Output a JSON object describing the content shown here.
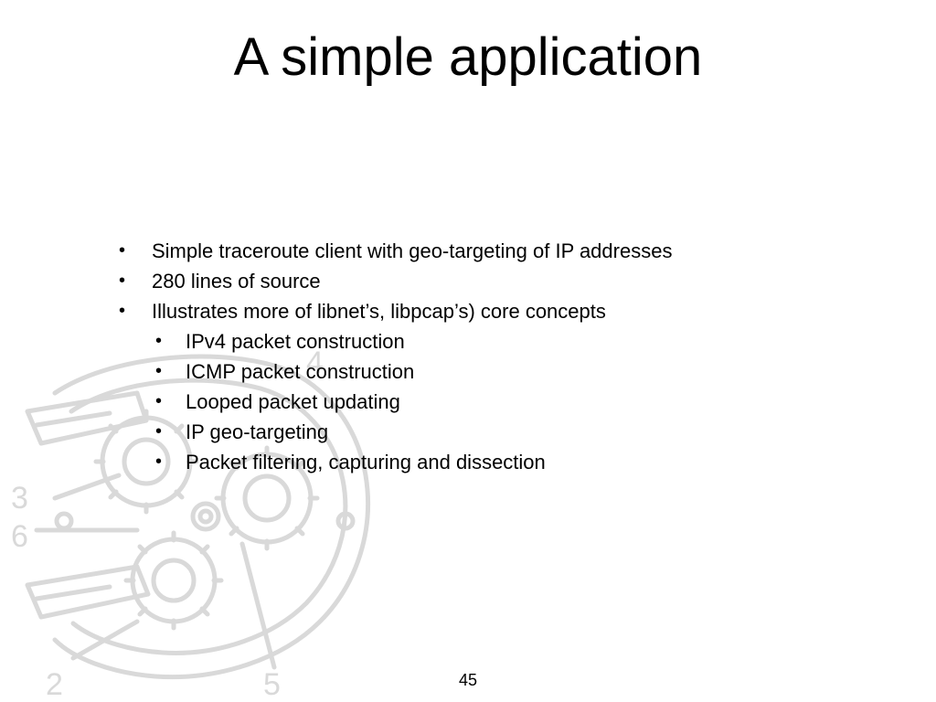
{
  "slide": {
    "title": "A simple application",
    "bullets": [
      {
        "level": 1,
        "text": "Simple traceroute client with geo-targeting of IP addresses"
      },
      {
        "level": 1,
        "text": "280 lines of source"
      },
      {
        "level": 1,
        "text": "Illustrates more of libnet’s, libpcap’s) core concepts"
      },
      {
        "level": 2,
        "text": "IPv4 packet construction"
      },
      {
        "level": 2,
        "text": "ICMP packet construction"
      },
      {
        "level": 2,
        "text": "Looped packet updating"
      },
      {
        "level": 2,
        "text": "IP geo-targeting"
      },
      {
        "level": 2,
        "text": "Packet filtering, capturing and dissection"
      }
    ],
    "bullet_symbol": "•",
    "page_number": "45"
  },
  "watermark": {
    "digits": [
      "3",
      "6",
      "2",
      "5",
      "4"
    ],
    "color": "#d9d9d9"
  }
}
